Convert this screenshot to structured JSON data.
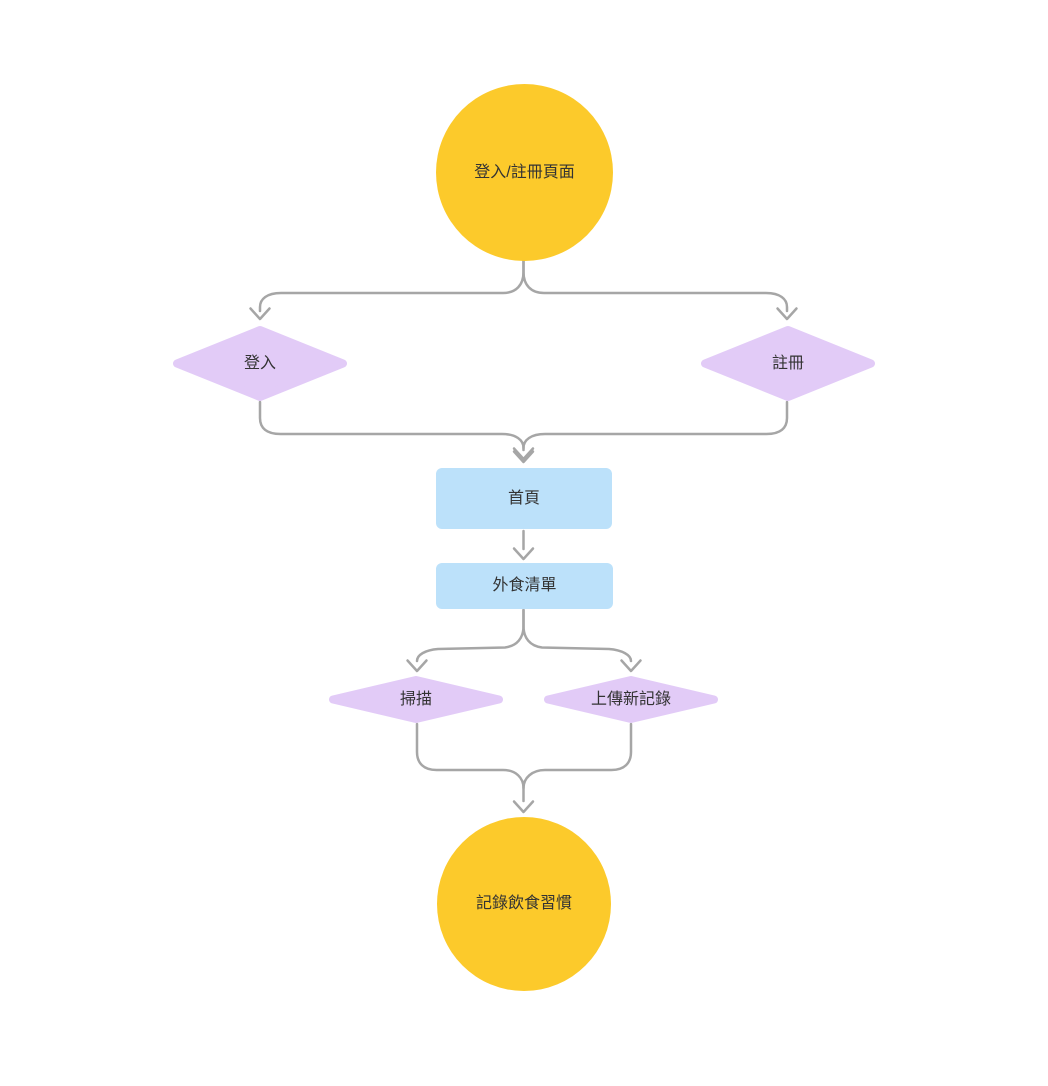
{
  "diagram": {
    "type": "flowchart",
    "direction": "top-down",
    "colors": {
      "start_end": "#FCCA2B",
      "decision": "#E2CBF7",
      "process": "#BCE1FA",
      "edge": "#A6A6A6",
      "text": "#333333",
      "background": "#FFFFFF"
    },
    "nodes": {
      "start": {
        "label": "登入/註冊頁面",
        "shape": "circle"
      },
      "login": {
        "label": "登入",
        "shape": "diamond"
      },
      "register": {
        "label": "註冊",
        "shape": "diamond"
      },
      "home": {
        "label": "首頁",
        "shape": "rounded-rect"
      },
      "list": {
        "label": "外食清單",
        "shape": "rounded-rect"
      },
      "scan": {
        "label": "掃描",
        "shape": "diamond"
      },
      "upload": {
        "label": "上傳新記錄",
        "shape": "diamond"
      },
      "record": {
        "label": "記錄飲食習慣",
        "shape": "circle"
      }
    },
    "edges": [
      {
        "from": "start",
        "to": "login"
      },
      {
        "from": "start",
        "to": "register"
      },
      {
        "from": "login",
        "to": "home"
      },
      {
        "from": "register",
        "to": "home"
      },
      {
        "from": "home",
        "to": "list"
      },
      {
        "from": "list",
        "to": "scan"
      },
      {
        "from": "list",
        "to": "upload"
      },
      {
        "from": "scan",
        "to": "record"
      },
      {
        "from": "upload",
        "to": "record"
      }
    ]
  }
}
